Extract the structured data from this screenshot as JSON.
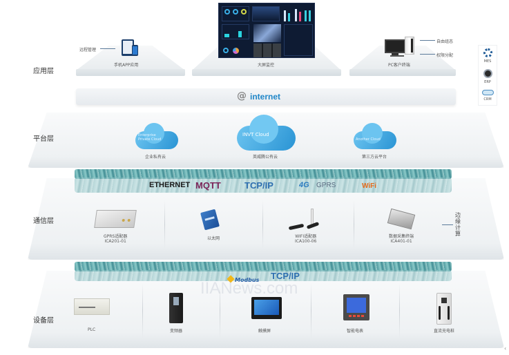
{
  "layers": {
    "application": "应用层",
    "platform": "平台层",
    "communication": "通信层",
    "device": "设备层"
  },
  "application": {
    "mobile": {
      "label": "手机APP应用",
      "annotation": "远程管理",
      "icon": "tablet-phone-icon"
    },
    "bigscreen": {
      "label": "大屏监控",
      "icon": "dashboard-screen-icon"
    },
    "pc": {
      "label": "PC客户终端",
      "annotations": [
        "自由组态",
        "权限分配"
      ],
      "icon": "desktop-computer-icon"
    },
    "side_systems": [
      {
        "label": "MES",
        "icon": "gear-icon"
      },
      {
        "label": "ERP",
        "icon": "erp-badge-icon"
      },
      {
        "label": "CRM",
        "icon": "crm-cloud-icon"
      }
    ]
  },
  "internet": {
    "symbol": "@",
    "label": "internet"
  },
  "platform": {
    "clouds": [
      {
        "text": "Enterprise Private Cloud",
        "label": "企业私有云"
      },
      {
        "text": "INVT Cloud",
        "label": "英威腾公有云"
      },
      {
        "text": "Another Cloud",
        "label": "第三方云平台"
      }
    ]
  },
  "protocols_top": [
    "ETHERNET",
    "MQTT",
    "TCP/IP",
    "4G",
    "GPRS",
    "WiFi"
  ],
  "communication": {
    "devices": [
      {
        "name": "GPRS适配器",
        "model": "ICA201-01"
      },
      {
        "name": "以太网",
        "model": ""
      },
      {
        "name": "WIFI适配器",
        "model": "ICA100-06"
      },
      {
        "name": "数据采集终端",
        "model": "ICA401-01"
      }
    ],
    "edge_computing": "边缘计算"
  },
  "protocols_bottom": [
    "Modbus",
    "TCP/IP"
  ],
  "device": {
    "items": [
      {
        "label": "PLC"
      },
      {
        "label": "变频器"
      },
      {
        "label": "触摸屏"
      },
      {
        "label": "智能电表"
      },
      {
        "label": "直流充电桩"
      }
    ]
  },
  "watermark": "IIANews.com",
  "colors": {
    "cloud_blue": "#3aa4e0",
    "internet_blue": "#1f86c8",
    "mqtt": "#7b2559",
    "tcpip": "#2e6fb0",
    "bus_teal": "#6fb1b4"
  }
}
